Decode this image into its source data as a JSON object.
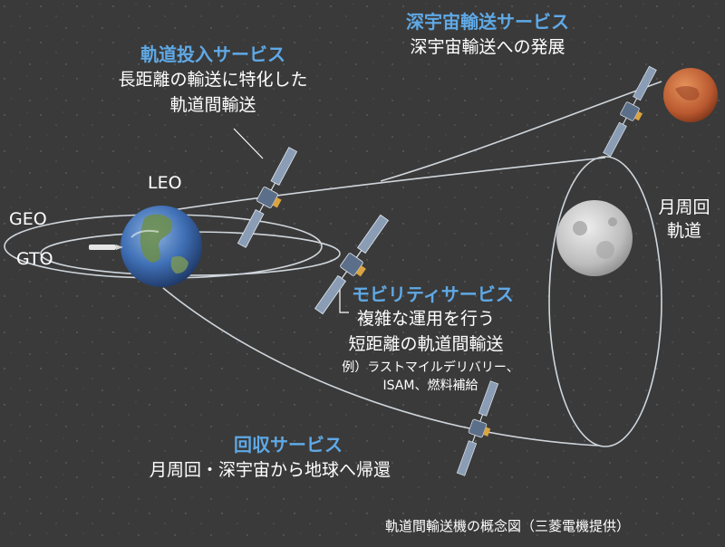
{
  "labels": {
    "leo": "LEO",
    "geo": "GEO",
    "gto": "GTO",
    "lunar_orbit_line1": "月周回",
    "lunar_orbit_line2": "軌道"
  },
  "services": {
    "orbit_insertion": {
      "title": "軌道投入サービス",
      "line1": "長距離の輸送に特化した",
      "line2": "軌道間輸送"
    },
    "deep_space": {
      "title": "深宇宙輸送サービス",
      "line1": "深宇宙輸送への発展"
    },
    "mobility": {
      "title": "モビリティサービス",
      "line1": "複雑な運用を行う",
      "line2": "短距離の軌道間輸送",
      "line3": "例）ラストマイルデリバリー、",
      "line4": "ISAM、燃料補給"
    },
    "recovery": {
      "title": "回収サービス",
      "line1": "月周回・深宇宙から地球へ帰還"
    }
  },
  "caption": "軌道間輸送機の概念図（三菱電機提供）",
  "colors": {
    "background": "#3a3a3a",
    "title_blue": "#5fa9e6",
    "orbit_line": "#cfd6dc",
    "earth_ocean": "#3f6fb5",
    "moon": "#c8c8c8",
    "mars": "#c0643a",
    "panel": "#8a9db5",
    "gold": "#d9a441"
  }
}
